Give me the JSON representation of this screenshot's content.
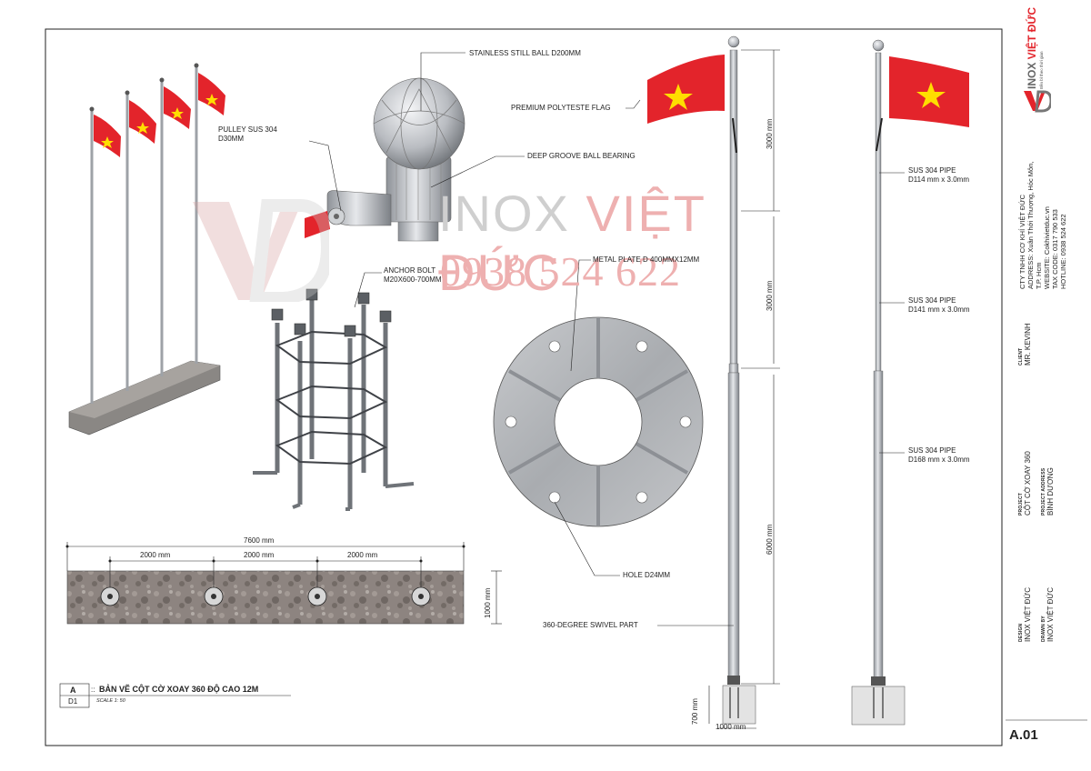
{
  "labels": {
    "ball": "STAINLESS STILL BALL D200MM",
    "pulley_line1": "PULLEY SUS 304",
    "pulley_line2": "D30MM",
    "bearing": "DEEP GROOVE BALL BEARING",
    "anchor_line1": "ANCHOR BOLT",
    "anchor_line2": "M20X600-700MM",
    "plate": "METAL PLATE D 400MMX12MM",
    "hole": "HOLE D24MM",
    "flag": "PREMIUM POLYTESTE FLAG",
    "swivel": "360-DEGREE SWIVEL PART",
    "pipe1_line1": "SUS 304 PIPE",
    "pipe1_line2": "D114 mm x 3.0mm",
    "pipe2_line1": "SUS 304 PIPE",
    "pipe2_line2": "D141 mm x 3.0mm",
    "pipe3_line1": "SUS 304 PIPE",
    "pipe3_line2": "D168 mm x 3.0mm"
  },
  "dimensions": {
    "total_width": "7600 mm",
    "spacing1": "2000 mm",
    "spacing2": "2000 mm",
    "spacing3": "2000 mm",
    "base_height": "1000 mm",
    "seg_top": "3000 mm",
    "seg_mid": "3000 mm",
    "seg_bottom": "6000 mm",
    "foundation_depth": "700 mm",
    "foundation_width": "1000 mm"
  },
  "title_box": {
    "code": "A",
    "sub_code": "D1",
    "colon": "::",
    "title": "BẢN VẼ CỘT CỜ XOAY 360 ĐỘ CAO 12M",
    "scale": "SCALE 1: 50"
  },
  "watermark": {
    "brand_grey": "INOX",
    "brand_red": "VIỆT ĐỨC",
    "phone": "0938 524 622"
  },
  "title_block": {
    "logo_text_grey": "INOX",
    "logo_text_red": "VIỆT ĐỨC",
    "logo_tagline": "Bền bỉ theo thời gian",
    "company_lines": [
      "CTY TNHH CƠ KHÍ VIỆT ĐỨC",
      "ADDRESS: Xuân Thới Thượng, Hóc Môn,",
      "T.P. Hcm",
      "WEBSITE: Cokhivietduc.vn",
      "TAX CODE: 0317 790 533",
      "HOTLINE: 0938 524 622"
    ],
    "client_label": "CLIENT",
    "client_value": "MR. KEVINH",
    "project_label": "PROJECT",
    "project_value": "CỘT CỜ XOAY 360",
    "address_label": "PROJECT ADDRESS",
    "address_value": "BÌNH DƯƠNG",
    "design_label": "DESIGN",
    "design_value": "INOX VIỆT ĐỨC",
    "drawn_label": "DRAWN BY",
    "drawn_value": "INOX VIỆT ĐỨC",
    "sheet_no": "A.01"
  },
  "colors": {
    "flag_red": "#e3242b",
    "star_yellow": "#ffde00",
    "steel": "#b8bcc2",
    "watermark_red": "#e8a0a0",
    "watermark_grey": "#c9c9c9"
  }
}
